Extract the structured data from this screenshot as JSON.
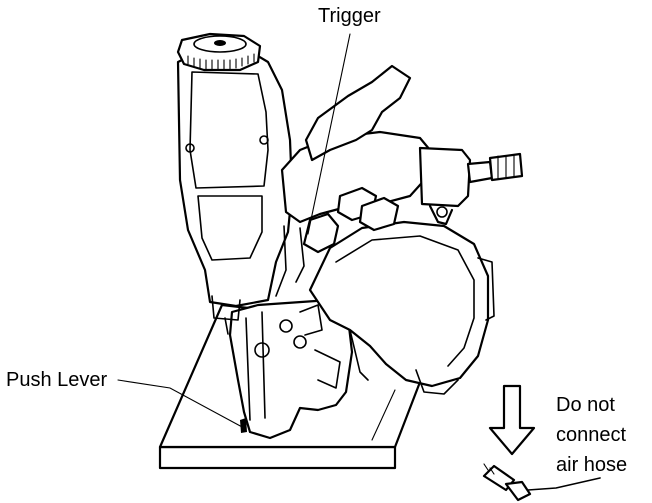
{
  "labels": {
    "trigger": "Trigger",
    "push_lever": "Push Lever",
    "warning_line1": "Do not",
    "warning_line2": "connect",
    "warning_line3": "air hose"
  },
  "colors": {
    "ink": "#000000",
    "paper": "#ffffff"
  },
  "icons": {
    "arrow": "down-arrow-icon",
    "hose": "air-hose-connector-icon"
  }
}
